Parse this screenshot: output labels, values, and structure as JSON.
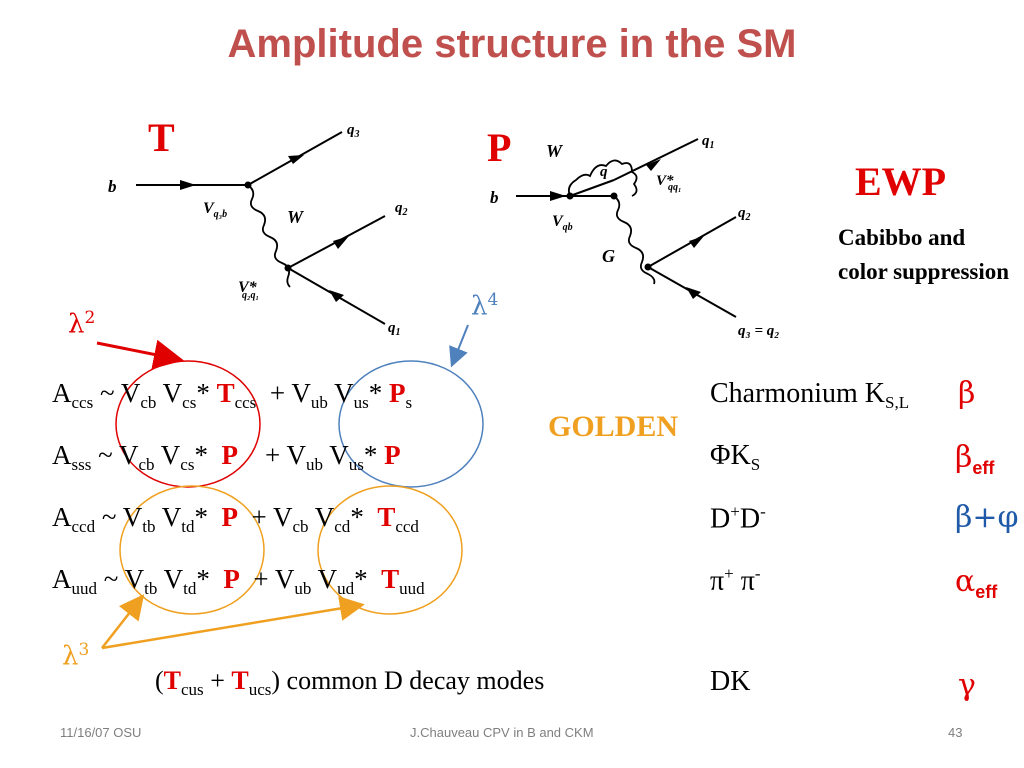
{
  "slide": {
    "title": "Amplitude structure in the SM",
    "footer_date": "11/16/07 OSU",
    "footer_center": "J.Chauveau CPV in B and CKM",
    "page_number": "43"
  },
  "diagrams": {
    "tree_label": "T",
    "penguin_label": "P",
    "ewp_label": "EWP",
    "ewp_note": "Cabibbo and color suppression",
    "tree": {
      "b": "b",
      "q3": "q",
      "q3_sub": "3",
      "W": "W",
      "q2": "q",
      "q2_sub": "2",
      "q1": "q",
      "q1_sub": "1",
      "vtop": "V",
      "vtop_sub": "q₃b",
      "vbot": "V*",
      "vbot_sub": "q₂q₁"
    },
    "penguin": {
      "b": "b",
      "W": "W",
      "q": "q",
      "q1": "q",
      "q1_sub": "1",
      "vqq": "V*",
      "vqq_sub": "qq₁",
      "vqb": "V",
      "vqb_sub": "qb",
      "q2": "q",
      "q2_sub": "2",
      "G": "G",
      "q3eq": "q₃ = q₂"
    }
  },
  "lambdas": {
    "l2_base": "λ",
    "l2_exp": "2",
    "l4_base": "λ",
    "l4_exp": "4",
    "l3_base": "λ",
    "l3_exp": "3"
  },
  "amplitudes": [
    {
      "A": "A",
      "A_sub": "ccs",
      "tilde": "~",
      "v1": "V",
      "v1_sub": "cb",
      "v2": "V",
      "v2_sub": "cs",
      "star": "*",
      "t1": "T",
      "t1_sub": "ccs",
      "plus": "+",
      "v3": "V",
      "v3_sub": "ub",
      "v4": "V",
      "v4_sub": "us",
      "star2": "*",
      "t2": "P",
      "t2_sub": "s"
    },
    {
      "A": "A",
      "A_sub": "sss",
      "tilde": "~",
      "v1": "V",
      "v1_sub": "cb",
      "v2": "V",
      "v2_sub": "cs",
      "star": "*",
      "t1": "P",
      "t1_sub": "",
      "plus": "+",
      "v3": "V",
      "v3_sub": "ub",
      "v4": "V",
      "v4_sub": "us",
      "star2": "*",
      "t2": "P",
      "t2_sub": ""
    },
    {
      "A": "A",
      "A_sub": "ccd",
      "tilde": "~",
      "v1": "V",
      "v1_sub": "tb",
      "v2": "V",
      "v2_sub": "td",
      "star": "*",
      "t1": "P",
      "t1_sub": "",
      "plus": "+",
      "v3": "V",
      "v3_sub": "cb",
      "v4": "V",
      "v4_sub": "cd",
      "star2": "*",
      "t2": "T",
      "t2_sub": "ccd"
    },
    {
      "A": "A",
      "A_sub": "uud",
      "tilde": "~",
      "v1": "V",
      "v1_sub": "tb",
      "v2": "V",
      "v2_sub": "td",
      "star": "*",
      "t1": "P",
      "t1_sub": "",
      "plus": "+",
      "v3": "V",
      "v3_sub": "ub",
      "v4": "V",
      "v4_sub": "ud",
      "star2": "*",
      "t2": "T",
      "t2_sub": "uud"
    }
  ],
  "golden": "GOLDEN",
  "common_d": {
    "open": "(",
    "t1": "T",
    "t1_sub": "cus",
    "plus": "+",
    "t2": "T",
    "t2_sub": "ucs",
    "close": ")",
    "text": "common D decay modes"
  },
  "modes": [
    {
      "main": "Charmonium K",
      "sub": "S,L",
      "sup": "",
      "rest": "",
      "rest_sup": "",
      "angle": "β",
      "angle_sub": "",
      "color": "#e00000"
    },
    {
      "main": "ΦK",
      "sub": "S",
      "sup": "",
      "rest": "",
      "rest_sup": "",
      "angle": "β",
      "angle_sub": "eff",
      "color": "#e00000"
    },
    {
      "main": "D",
      "sub": "",
      "sup": "+",
      "rest": "D",
      "rest_sup": "-",
      "angle": "β+φ",
      "angle_sub": "",
      "color": "#1f5aa8"
    },
    {
      "main": "π",
      "sub": "",
      "sup": "+",
      "rest": " π",
      "rest_sup": "-",
      "angle": "α",
      "angle_sub": "eff",
      "color": "#e00000"
    },
    {
      "main": "DK",
      "sub": "",
      "sup": "",
      "rest": "",
      "rest_sup": "",
      "angle": "γ",
      "angle_sub": "",
      "color": "#e00000"
    }
  ],
  "colors": {
    "title": "#c0504d",
    "red": "#e00000",
    "golden": "#f0a020",
    "blue_circle": "#4f81bd",
    "orange_circle": "#f0a020",
    "footer": "#7f7f7f",
    "blue_angle": "#1f5aa8"
  }
}
